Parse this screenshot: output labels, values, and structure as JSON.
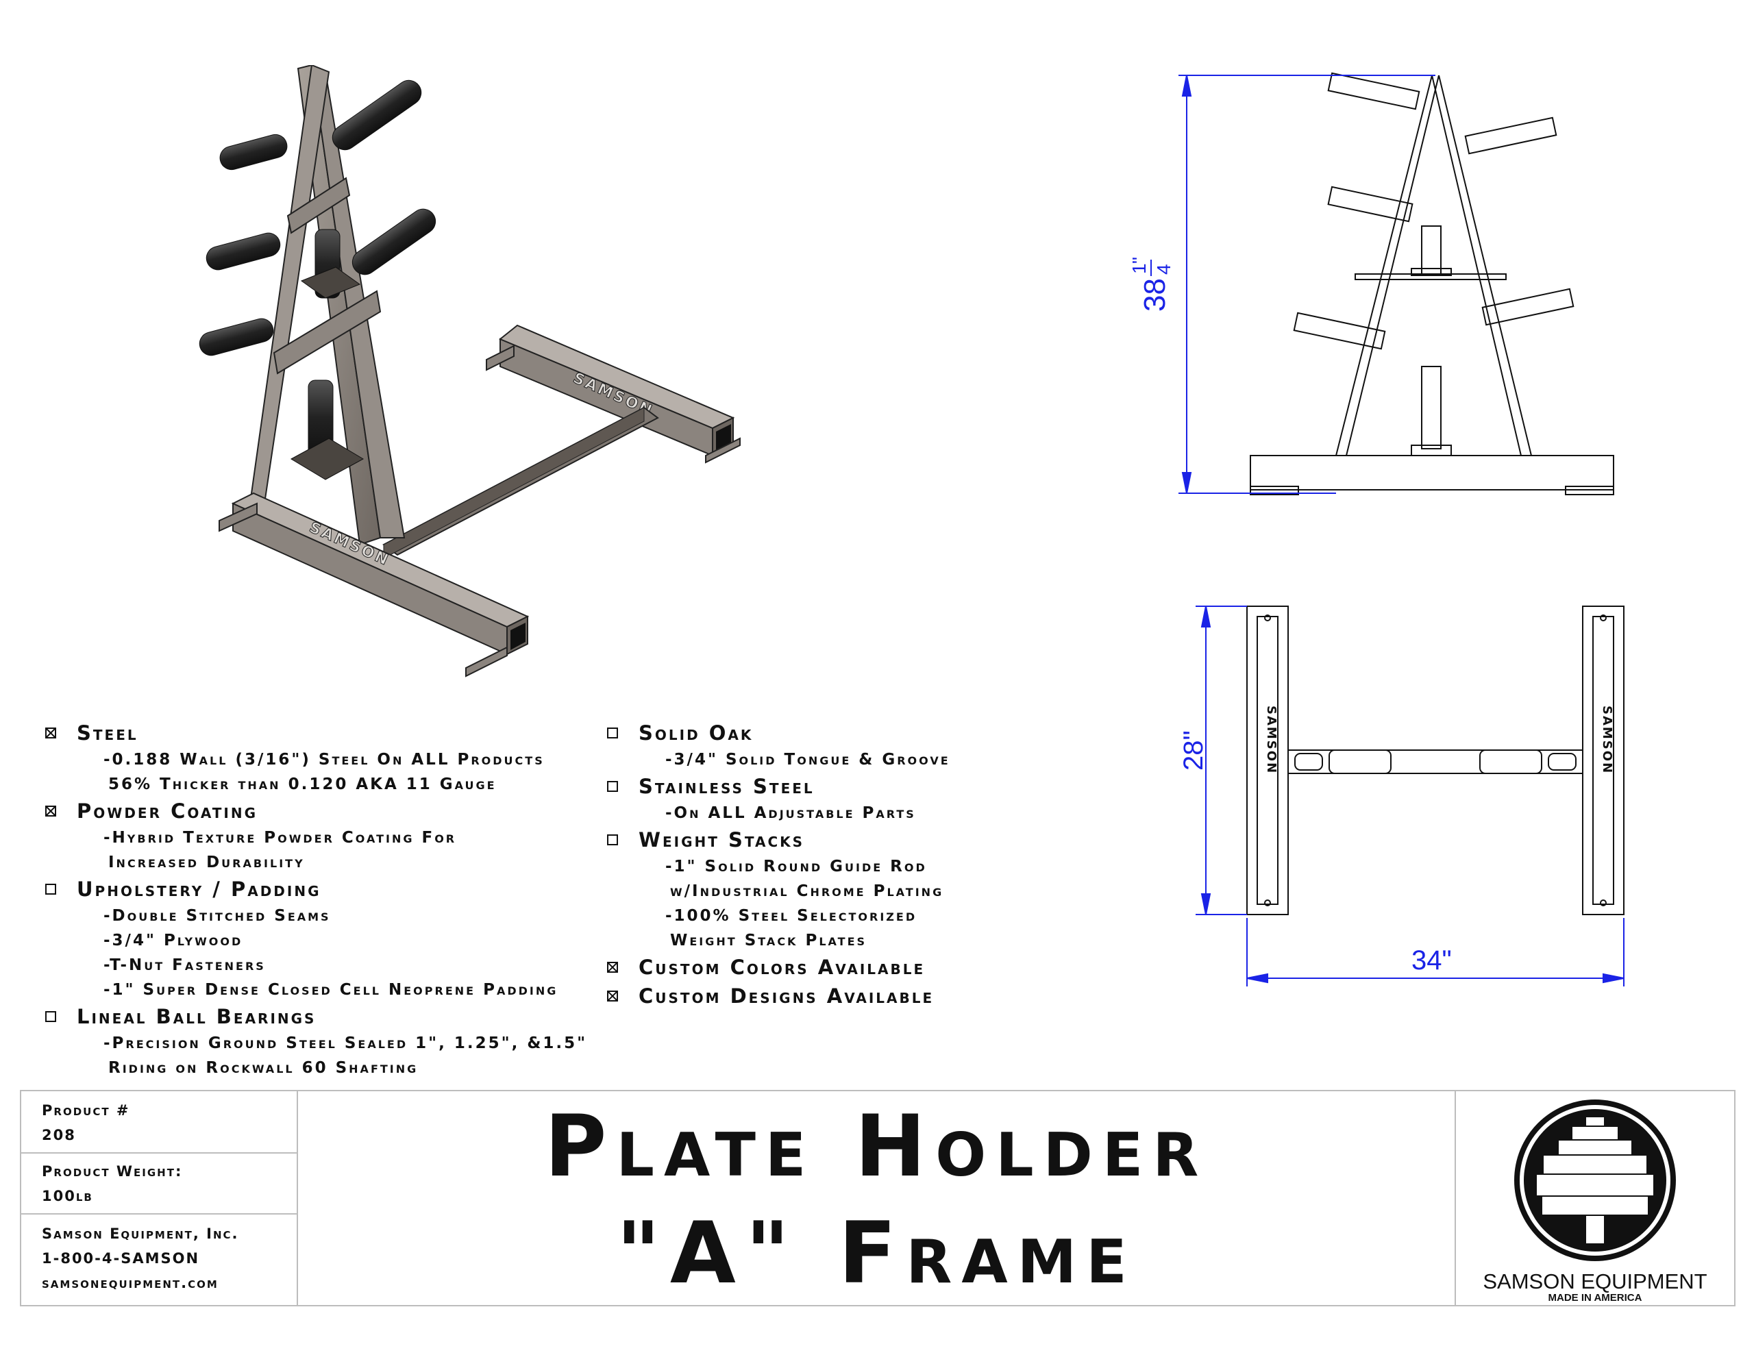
{
  "specs_left": [
    {
      "label": "Steel",
      "checked": true,
      "details": [
        "-0.188 Wall (3/16\") Steel On ALL Products",
        "56% Thicker than 0.120 AKA 11 Gauge"
      ]
    },
    {
      "label": "Powder Coating",
      "checked": true,
      "details": [
        "-Hybrid Texture Powder Coating For",
        "Increased Durability"
      ]
    },
    {
      "label": "Upholstery / Padding",
      "checked": false,
      "details": [
        "-Double Stitched Seams",
        "-3/4\" Plywood",
        "-T-Nut Fasteners",
        "-1\" Super Dense Closed Cell Neoprene Padding"
      ]
    },
    {
      "label": "Lineal Ball Bearings",
      "checked": false,
      "details": [
        "-Precision Ground Steel Sealed 1\", 1.25\", &1.5\"",
        "Riding on Rockwall 60 Shafting"
      ]
    }
  ],
  "specs_right": [
    {
      "label": "Solid Oak",
      "checked": false,
      "details": [
        "-3/4\" Solid Tongue & Groove"
      ]
    },
    {
      "label": "Stainless Steel",
      "checked": false,
      "details": [
        "-On ALL Adjustable Parts"
      ]
    },
    {
      "label": "Weight Stacks",
      "checked": false,
      "details": [
        "-1\" Solid Round Guide Rod",
        "w/Industrial Chrome Plating",
        "-100% Steel Selectorized",
        "Weight Stack Plates"
      ]
    },
    {
      "label": "Custom Colors Available",
      "checked": true,
      "details": []
    },
    {
      "label": "Custom Designs Available",
      "checked": true,
      "details": []
    }
  ],
  "dimensions": {
    "height_whole": "38",
    "height_frac_num": "1",
    "height_frac_den": "4",
    "height_inch": "\"",
    "depth": "28\"",
    "width": "34\""
  },
  "frame_branding": "SAMSON",
  "title_block": {
    "product_label": "Product #",
    "product_number": "208",
    "weight_label": "Product Weight:",
    "weight_value": "100lb",
    "company": "Samson Equipment, Inc.",
    "phone": "1-800-4-SAMSON",
    "website": "samsonequipment.com",
    "title_line1": "Plate Holder",
    "title_line2": "\"A\" Frame"
  },
  "logo": {
    "brand": "SAMSON EQUIPMENT",
    "tagline": "MADE IN AMERICA"
  },
  "colors": {
    "dimension_blue": "#1a23e6",
    "frame_gray": "#8d8680",
    "sleeve_black": "#222222",
    "border_gray": "#bdbdbd"
  }
}
